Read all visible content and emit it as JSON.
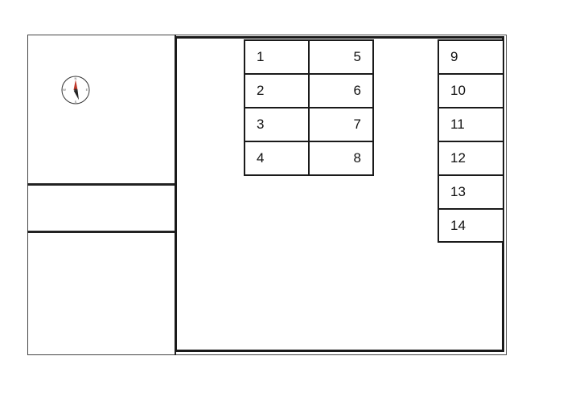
{
  "diagram": {
    "left_column": {
      "compass": {
        "icon": "compass-icon",
        "needle_color": "#c0392b",
        "letters": [
          "N",
          "E",
          "S",
          "W"
        ]
      }
    },
    "block_a": {
      "rows": [
        {
          "left": "1",
          "right": "5"
        },
        {
          "left": "2",
          "right": "6"
        },
        {
          "left": "3",
          "right": "7"
        },
        {
          "left": "4",
          "right": "8"
        }
      ]
    },
    "block_b": {
      "cells": [
        "9",
        "10",
        "11",
        "12",
        "13",
        "14"
      ]
    }
  }
}
